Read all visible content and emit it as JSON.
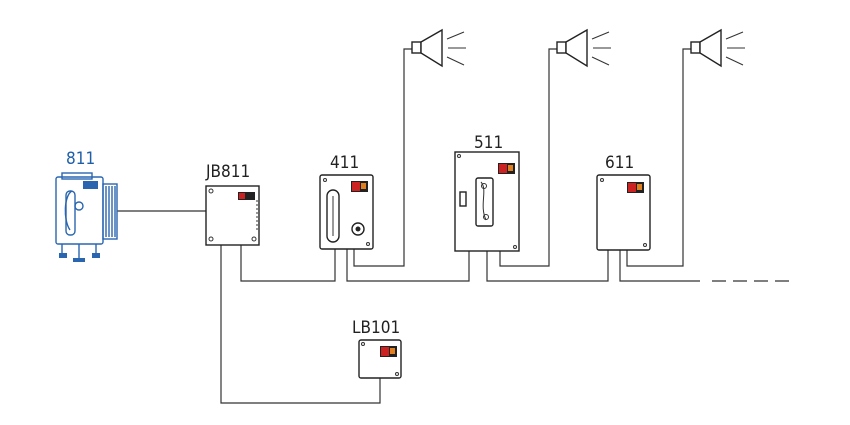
{
  "devices": {
    "phone_811": {
      "label": "811"
    },
    "junction_jb811": {
      "label": "JB811"
    },
    "station_411": {
      "label": "411"
    },
    "station_511": {
      "label": "511"
    },
    "station_611": {
      "label": "611"
    },
    "station_lb101": {
      "label": "LB101"
    }
  },
  "colors": {
    "line": "#333333",
    "accent_blue": "#2a66b0",
    "badge_red": "#cc2222",
    "badge_orange": "#e08020"
  },
  "icons": [
    "horn-speaker-icon",
    "handset-icon",
    "dashed-continuation-line"
  ]
}
